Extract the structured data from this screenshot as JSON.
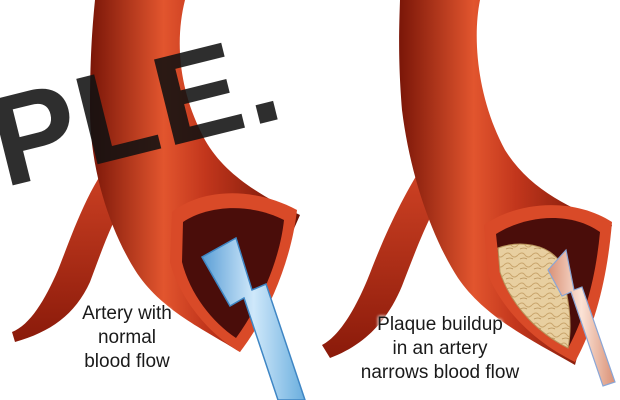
{
  "watermark": "PLE.",
  "panels": [
    {
      "caption_lines": [
        "Artery with",
        "normal",
        "blood flow"
      ],
      "arrow": "blue-flow-arrow"
    },
    {
      "caption_lines": [
        "Plaque buildup",
        "in an artery",
        "narrows blood flow"
      ],
      "arrow": "pink-flow-arrow"
    }
  ],
  "colors": {
    "artery_light": "#e2552e",
    "artery_mid": "#c2361c",
    "artery_dark": "#7a1608",
    "lumen": "#4a0d0a",
    "arrow_blue": "#8ec6ec",
    "arrow_pink": "#f2bfa6",
    "plaque": "#e8cfa0",
    "watermark": "#111111"
  }
}
